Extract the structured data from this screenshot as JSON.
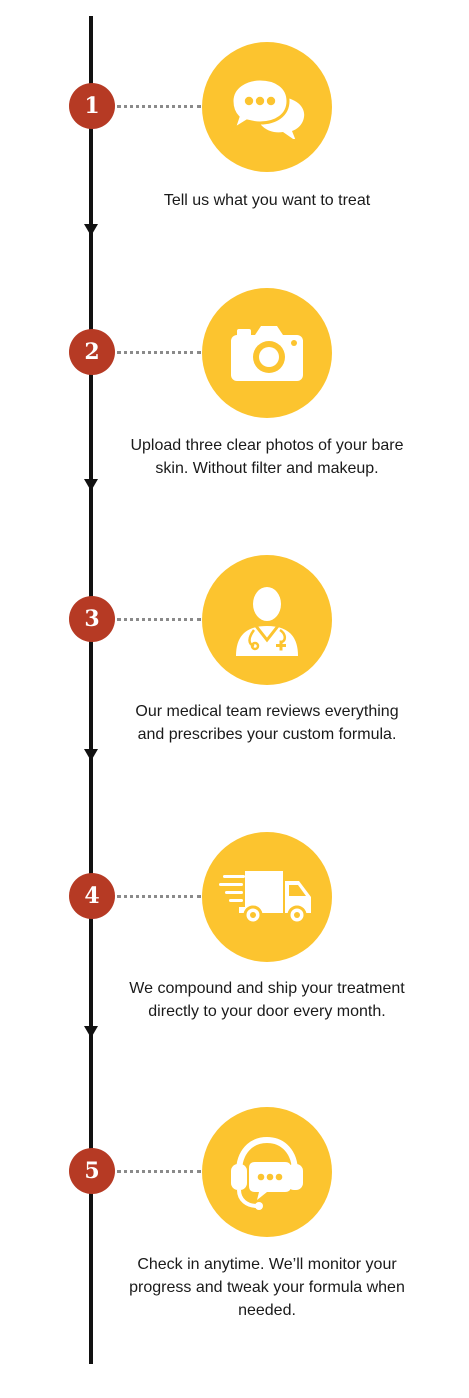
{
  "colors": {
    "line": "#111111",
    "badge": "#b63a24",
    "circle": "#fcc42f",
    "icon": "#ffffff",
    "connector": "#8a8a8a"
  },
  "steps": [
    {
      "number": "1",
      "icon": "chat-bubbles-icon",
      "text": "Tell us what you want to treat"
    },
    {
      "number": "2",
      "icon": "camera-icon",
      "text": "Upload three clear photos of your bare skin. Without filter and makeup."
    },
    {
      "number": "3",
      "icon": "doctor-icon",
      "text": "Our medical team reviews everything and prescribes your custom formula."
    },
    {
      "number": "4",
      "icon": "delivery-truck-icon",
      "text": "We compound and ship your treatment directly to your door every month."
    },
    {
      "number": "5",
      "icon": "headset-support-icon",
      "text": "Check in anytime. We’ll monitor your progress and tweak your formula when needed."
    }
  ]
}
